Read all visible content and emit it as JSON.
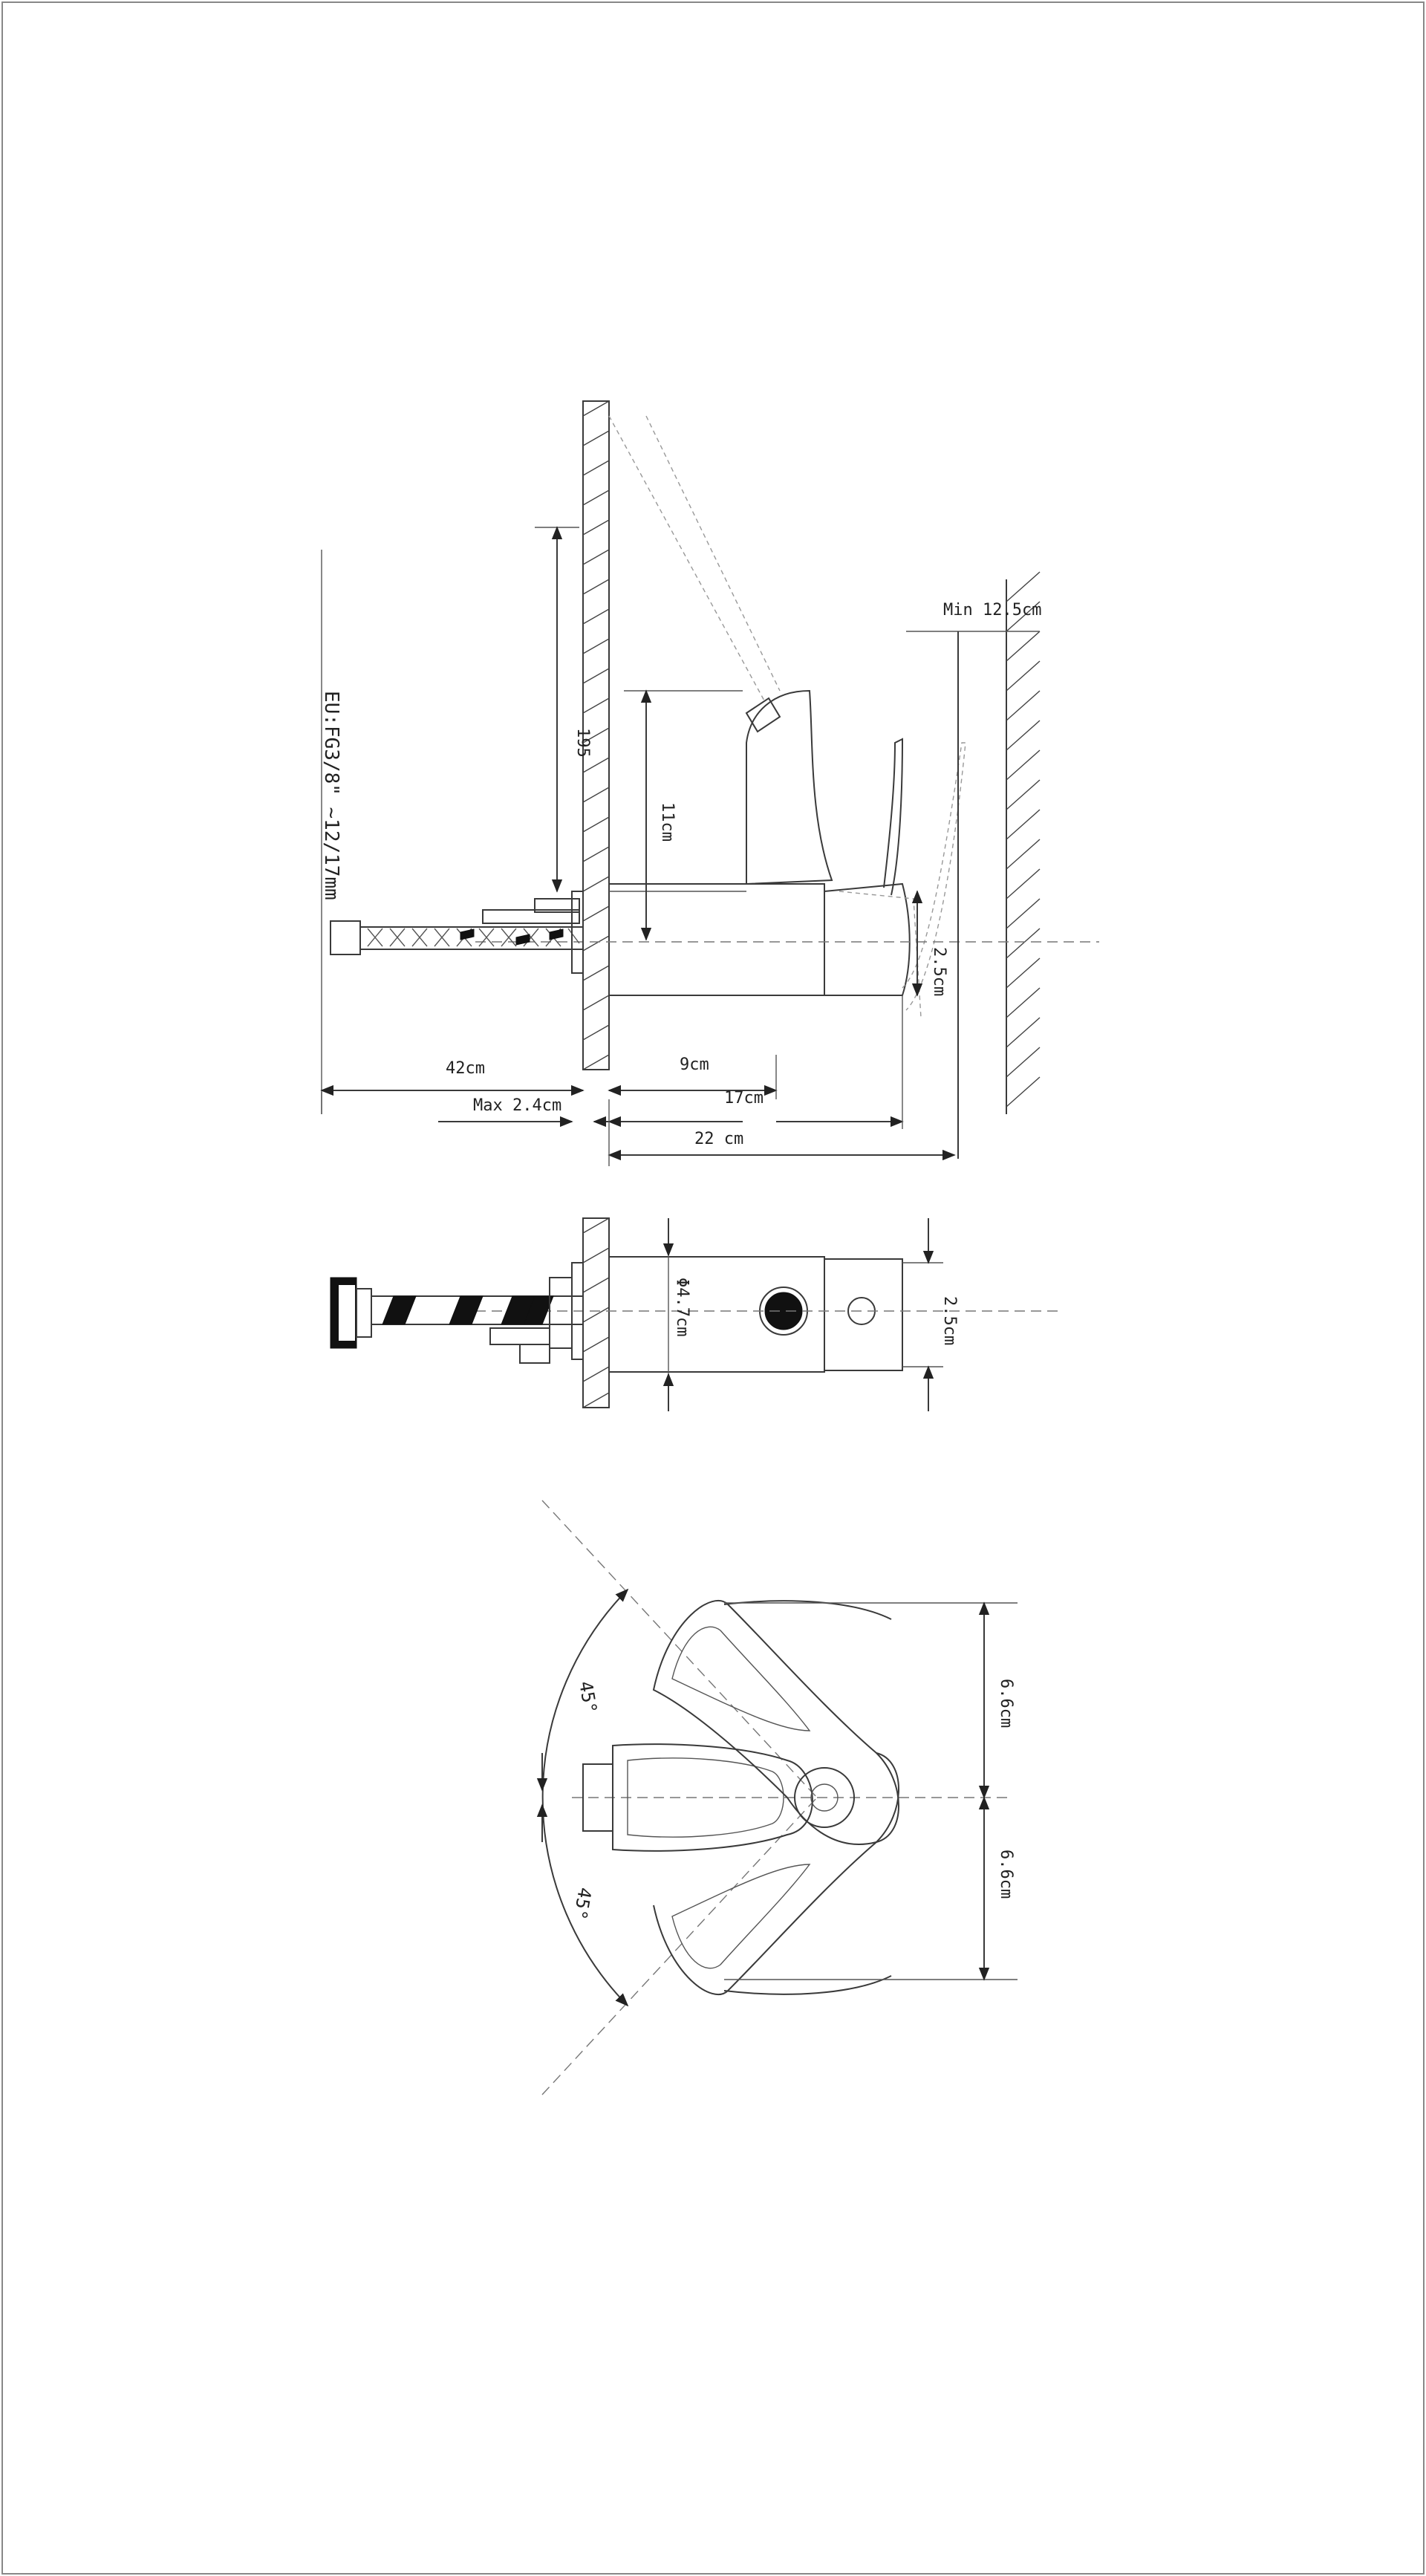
{
  "drawing": {
    "hose_spec": "EU:FG3/8\" ~12/17mm",
    "side_view": {
      "dim_hose_length": "42cm",
      "dim_max_panel": "Max 2.4cm",
      "dim_spout_reach": "9cm",
      "dim_handle_reach": "17cm",
      "dim_total_depth": "22 cm",
      "dim_height": "11cm",
      "dim_lever_swing": "195",
      "dim_base_offset": "2.5cm",
      "dim_wall_clearance": "Min 12.5cm"
    },
    "front_view": {
      "dim_diameter": "Φ4.7cm",
      "dim_offset": "2.5cm"
    },
    "top_view": {
      "angle_upper": "45°",
      "angle_lower": "45°",
      "dim_upper_width": "6.6cm",
      "dim_lower_width": "6.6cm"
    }
  }
}
